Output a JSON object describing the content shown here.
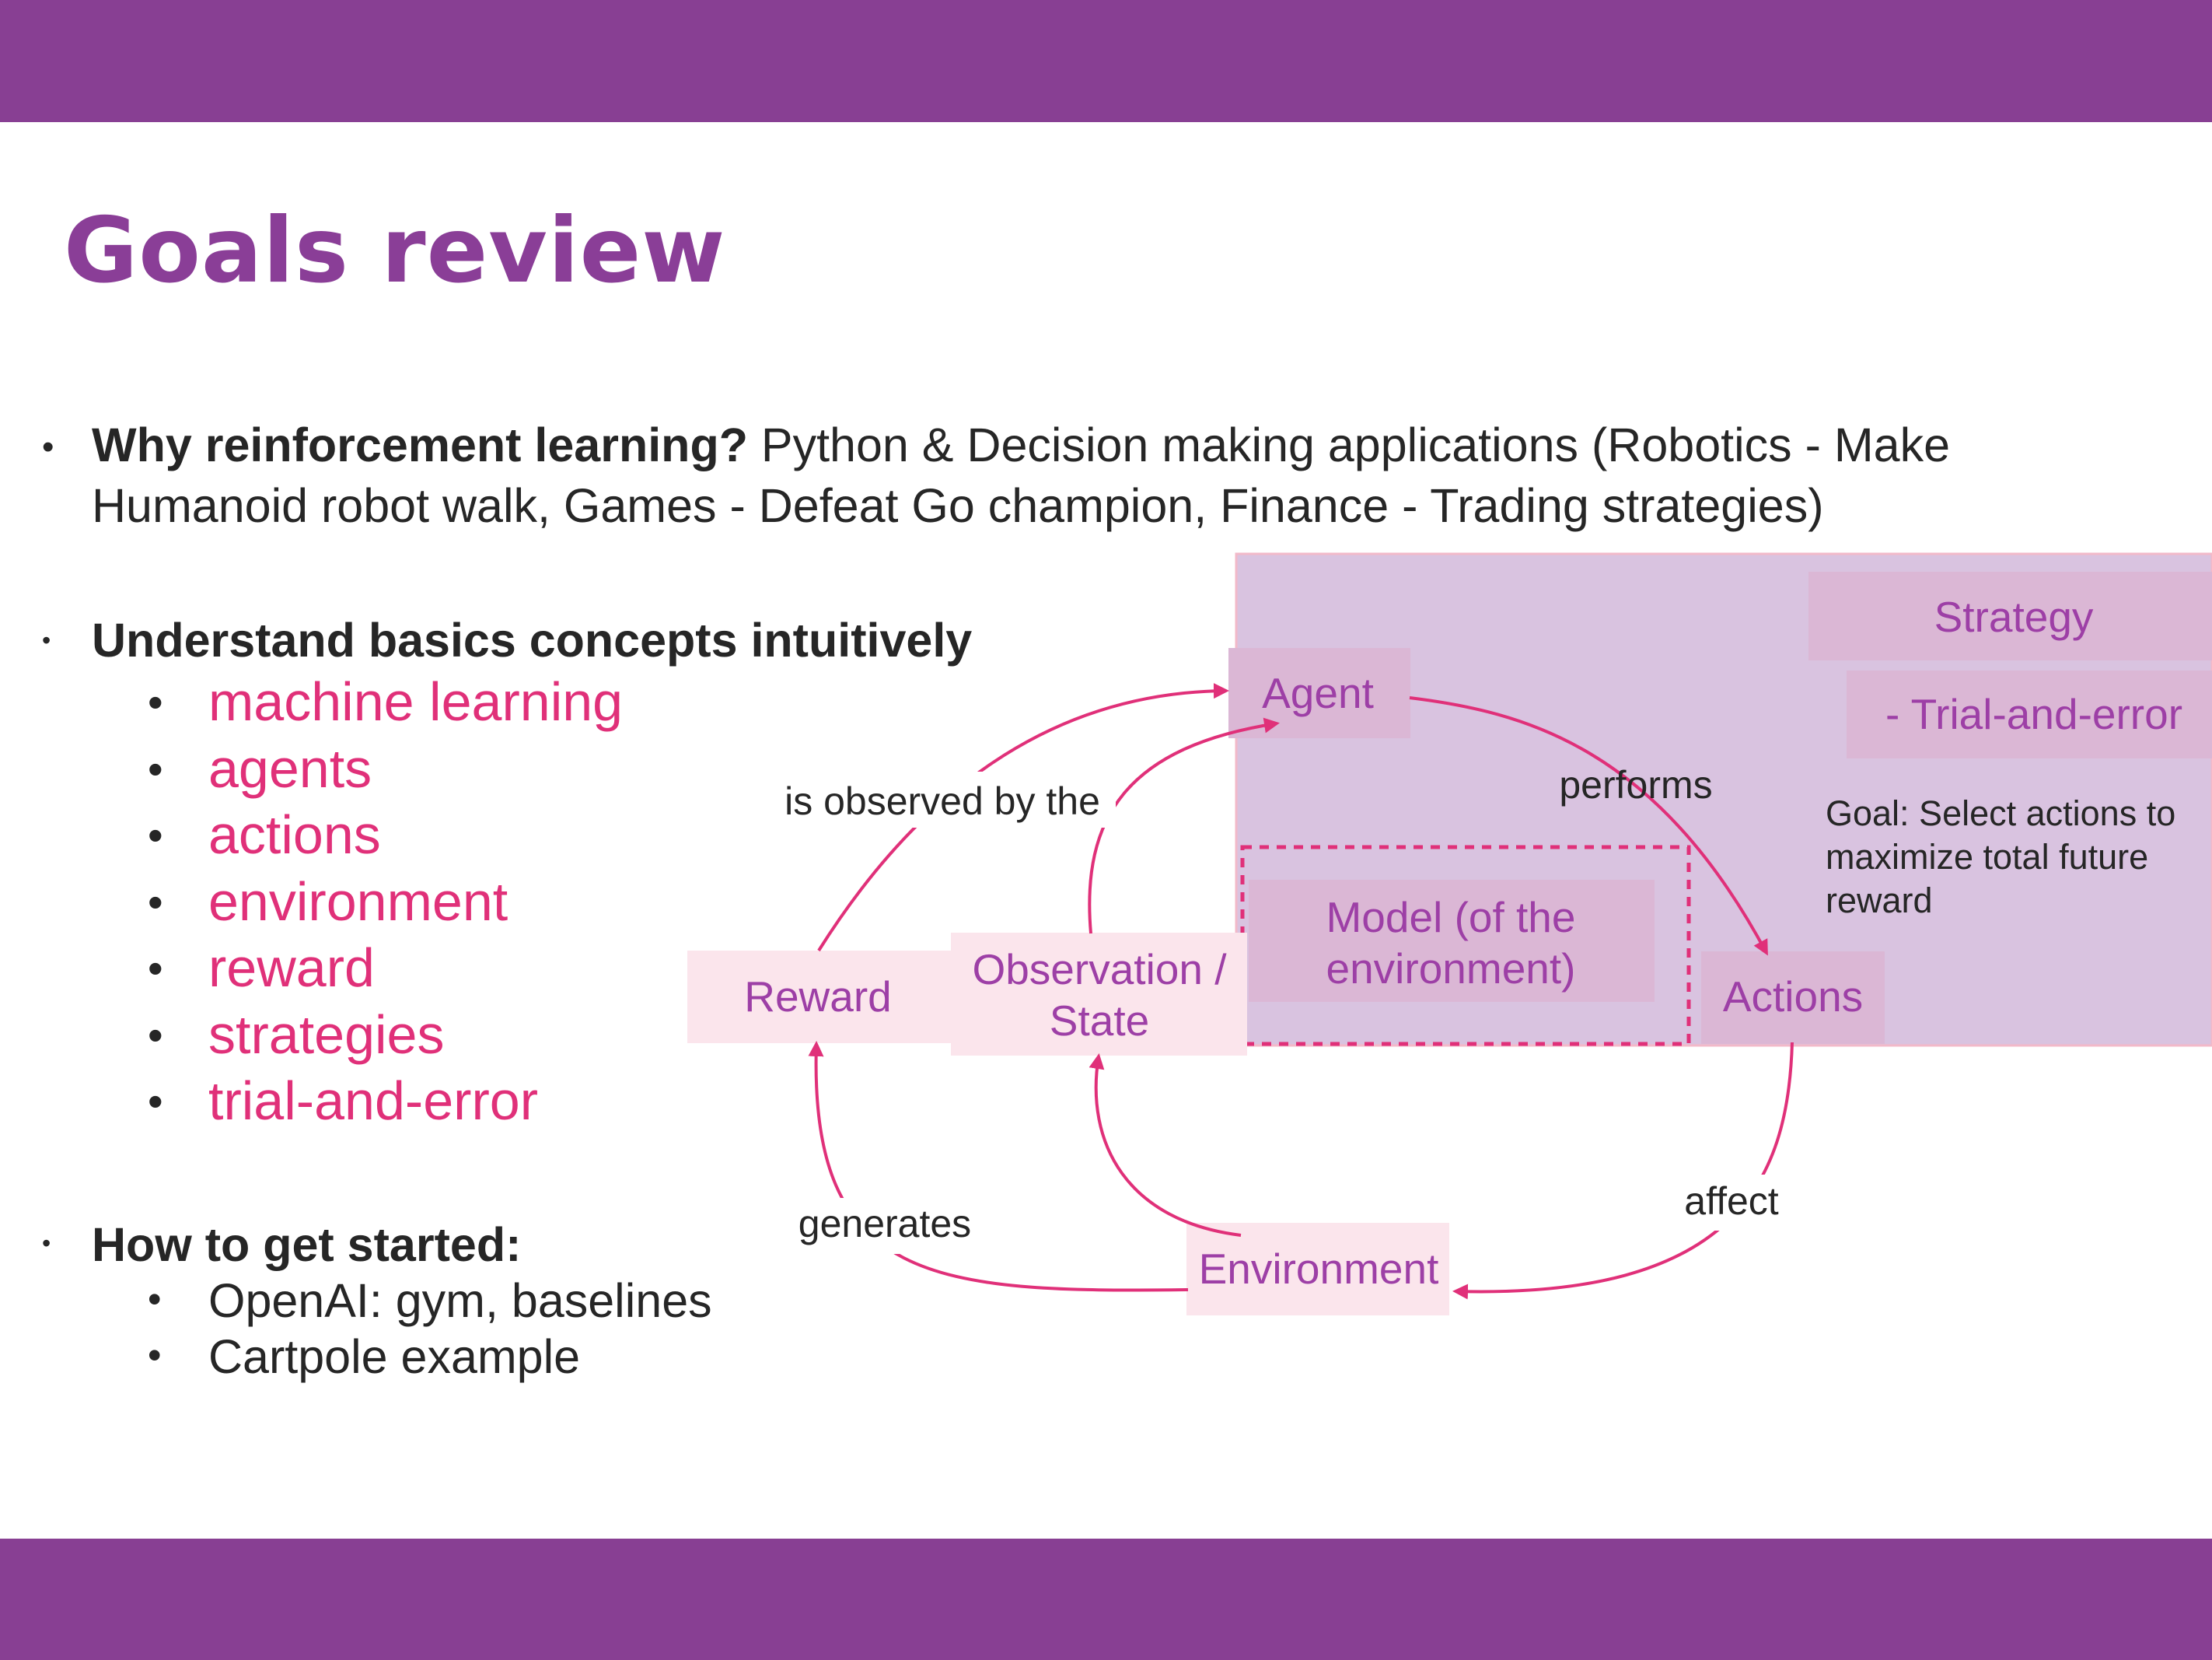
{
  "slide": {
    "title": "Goals review",
    "colors": {
      "bar": "#883f93",
      "title": "#8a3e97",
      "accent_pink": "#e03079",
      "box_text": "#9d3fa6"
    },
    "bullets": [
      {
        "bold": "Why reinforcement learning?",
        "text_line1": " Python & Decision making applications (Robotics - Make",
        "text_line2": "Humanoid robot walk, Games - Defeat Go champion, Finance - Trading strategies)"
      },
      {
        "bold": "Understand basics concepts intuitively",
        "items": [
          "machine learning",
          "agents",
          "actions",
          "environment",
          "reward",
          "strategies",
          "trial-and-error"
        ]
      },
      {
        "bold": "How to get started:",
        "items": [
          "OpenAI: gym, baselines",
          "Cartpole example"
        ]
      }
    ]
  },
  "diagram": {
    "nodes": {
      "agent": "Agent",
      "actions": "Actions",
      "environment": "Environment",
      "reward": "Reward",
      "observation_line1": "Observation /",
      "observation_line2": "State",
      "model_line1": "Model (of the",
      "model_line2": "environment)",
      "strategy": "Strategy",
      "trial": "- Trial-and-error"
    },
    "edges": {
      "performs": "performs",
      "affect": "affect",
      "generates": "generates",
      "observed": "is observed by the"
    },
    "goal_lines": [
      "Goal: Select actions to",
      "maximize total future",
      "reward"
    ]
  }
}
